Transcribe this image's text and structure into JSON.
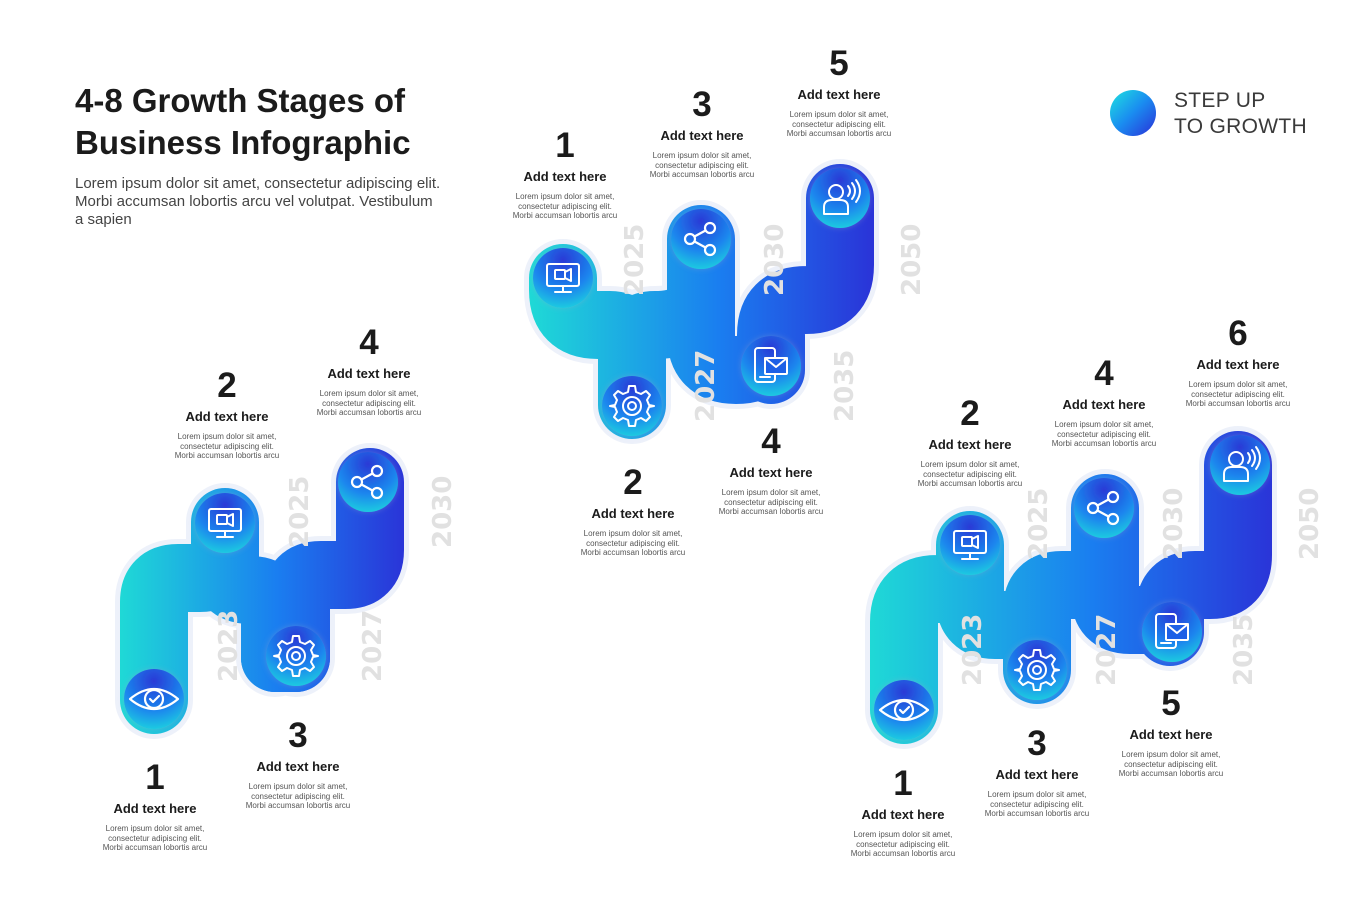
{
  "header": {
    "title_line1": "4-8 Growth Stages of",
    "title_line2": "Business Infographic",
    "subtitle": "Lorem ipsum dolor sit amet, consectetur adipiscing elit. Morbi accumsan lobortis arcu vel volutpat. Vestibulum a sapien"
  },
  "brand": {
    "line1": "STEP UP",
    "line2": "TO GROWTH",
    "dot_colors": [
      "#1fe3e0",
      "#1a8cf0",
      "#2a2fd8"
    ]
  },
  "stage_label": "Add text here",
  "stage_desc": "Lorem ipsum dolor sit amet, consectetur adipiscing elit. Morbi accumsan lobortis arcu",
  "diagrams": [
    {
      "name": "four-stage",
      "stages": [
        {
          "number": "1",
          "icon": "eye-check-icon",
          "year": "2023"
        },
        {
          "number": "2",
          "icon": "monitor-video-icon",
          "year": "2025"
        },
        {
          "number": "3",
          "icon": "gear-icon",
          "year": "2027"
        },
        {
          "number": "4",
          "icon": "share-icon",
          "year": "2030"
        }
      ]
    },
    {
      "name": "five-stage",
      "stages": [
        {
          "number": "1",
          "icon": "monitor-video-icon",
          "year": "2025"
        },
        {
          "number": "2",
          "icon": "gear-icon",
          "year": "2027"
        },
        {
          "number": "3",
          "icon": "share-icon",
          "year": "2030"
        },
        {
          "number": "4",
          "icon": "phone-mail-icon",
          "year": "2035"
        },
        {
          "number": "5",
          "icon": "user-voice-icon",
          "year": "2050"
        }
      ]
    },
    {
      "name": "six-stage",
      "stages": [
        {
          "number": "1",
          "icon": "eye-check-icon",
          "year": "2023"
        },
        {
          "number": "2",
          "icon": "monitor-video-icon",
          "year": "2025"
        },
        {
          "number": "3",
          "icon": "gear-icon",
          "year": "2027"
        },
        {
          "number": "4",
          "icon": "share-icon",
          "year": "2030"
        },
        {
          "number": "5",
          "icon": "phone-mail-icon",
          "year": "2035"
        },
        {
          "number": "6",
          "icon": "user-voice-icon",
          "year": "2050"
        }
      ]
    }
  ]
}
